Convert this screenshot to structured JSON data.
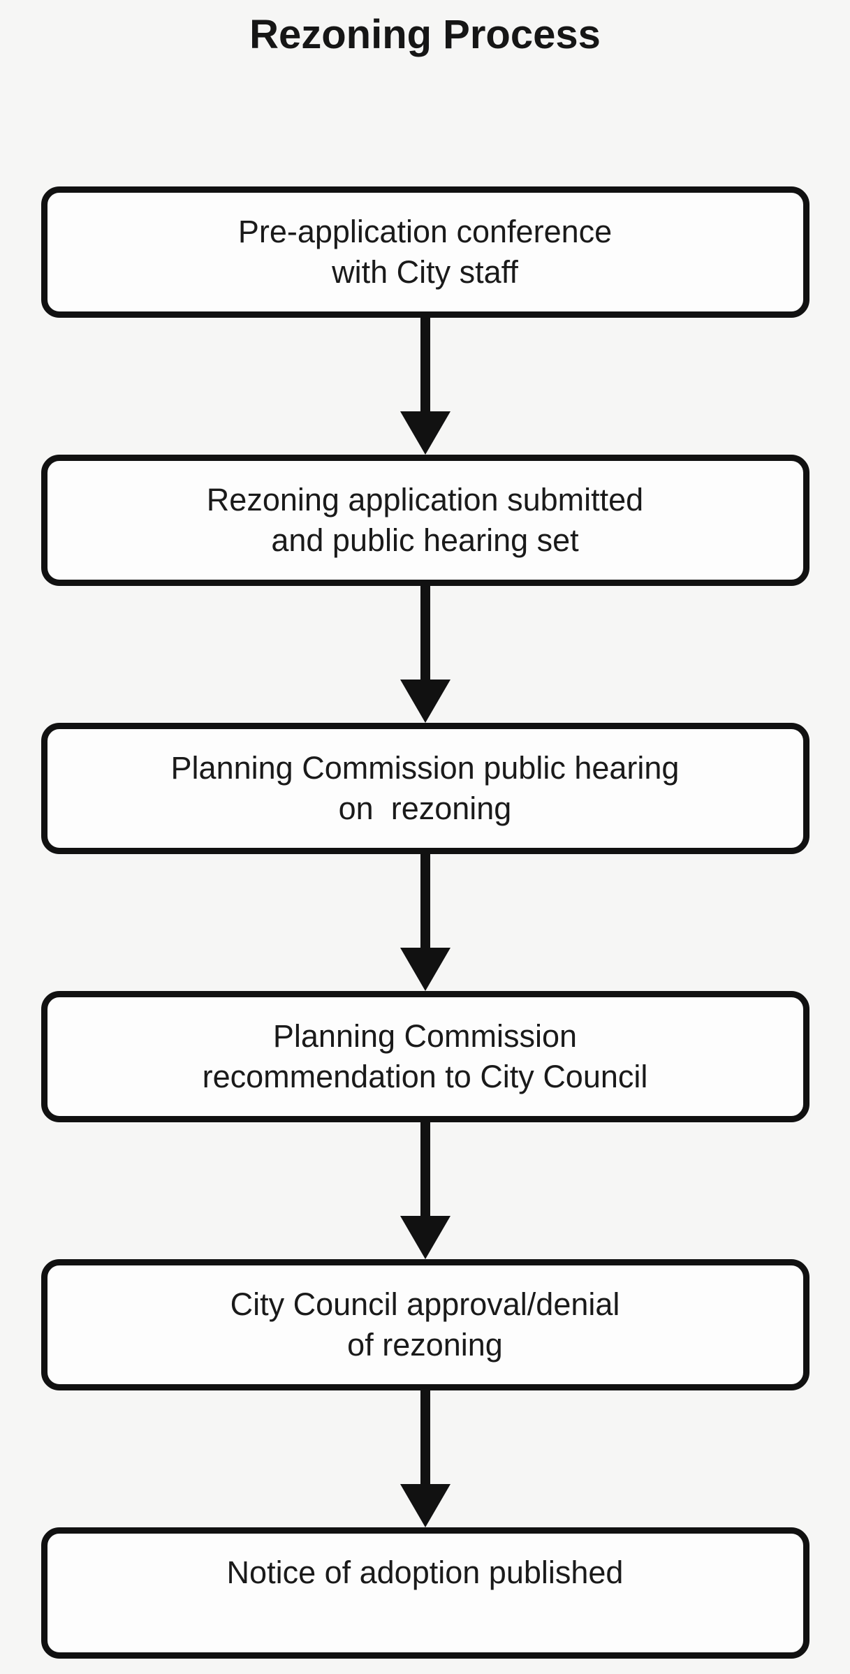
{
  "diagram": {
    "title": "Rezoning Process",
    "colors": {
      "background": "#f6f6f5",
      "box_fill": "#fdfdfd",
      "box_border": "#111111",
      "arrow": "#111111",
      "text": "#1a1a1a"
    },
    "steps": [
      {
        "lines": [
          "Pre-application conference",
          "with City staff"
        ]
      },
      {
        "lines": [
          "Rezoning application submitted",
          "and public hearing set"
        ]
      },
      {
        "lines": [
          "Planning Commission public hearing",
          "on  rezoning"
        ]
      },
      {
        "lines": [
          "Planning Commission",
          "recommendation to City Council"
        ]
      },
      {
        "lines": [
          "City Council approval/denial",
          "of rezoning"
        ]
      },
      {
        "lines": [
          "Notice of adoption published",
          ""
        ]
      }
    ]
  }
}
